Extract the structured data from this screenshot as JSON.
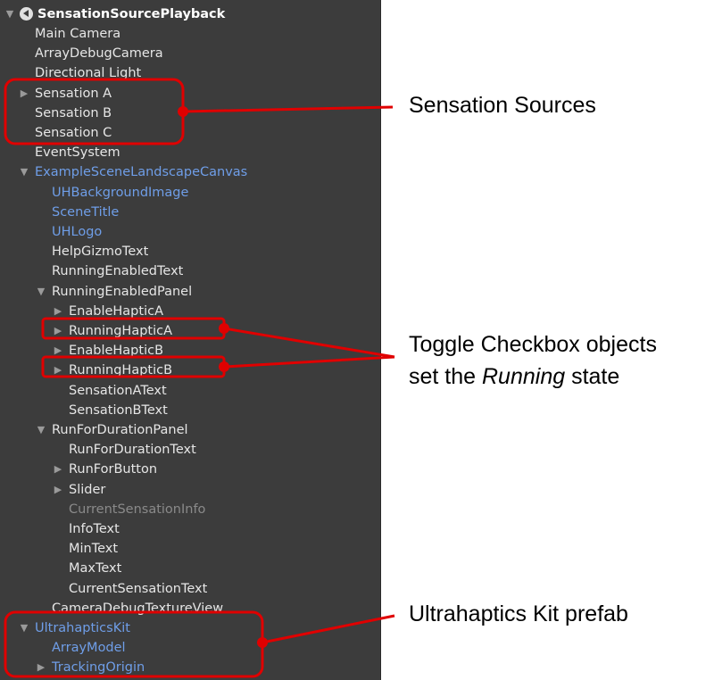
{
  "hierarchy": {
    "root": "SensationSourcePlayback",
    "items": [
      {
        "label": "Main Camera",
        "depth": 0,
        "arrow": "none",
        "color": "white"
      },
      {
        "label": "ArrayDebugCamera",
        "depth": 0,
        "arrow": "none",
        "color": "white"
      },
      {
        "label": "Directional Light",
        "depth": 0,
        "arrow": "none",
        "color": "white"
      },
      {
        "label": "Sensation A",
        "depth": 0,
        "arrow": "collapsed",
        "color": "white"
      },
      {
        "label": "Sensation B",
        "depth": 0,
        "arrow": "none",
        "color": "white"
      },
      {
        "label": "Sensation C",
        "depth": 0,
        "arrow": "none",
        "color": "white"
      },
      {
        "label": "EventSystem",
        "depth": 0,
        "arrow": "none",
        "color": "white"
      },
      {
        "label": "ExampleSceneLandscapeCanvas",
        "depth": 0,
        "arrow": "expanded",
        "color": "blue"
      },
      {
        "label": "UHBackgroundImage",
        "depth": 1,
        "arrow": "none",
        "color": "blue"
      },
      {
        "label": "SceneTitle",
        "depth": 1,
        "arrow": "none",
        "color": "blue"
      },
      {
        "label": "UHLogo",
        "depth": 1,
        "arrow": "none",
        "color": "blue"
      },
      {
        "label": "HelpGizmoText",
        "depth": 1,
        "arrow": "none",
        "color": "white"
      },
      {
        "label": "RunningEnabledText",
        "depth": 1,
        "arrow": "none",
        "color": "white"
      },
      {
        "label": "RunningEnabledPanel",
        "depth": 1,
        "arrow": "expanded",
        "color": "white"
      },
      {
        "label": "EnableHapticA",
        "depth": 2,
        "arrow": "collapsed",
        "color": "white"
      },
      {
        "label": "RunningHapticA",
        "depth": 2,
        "arrow": "collapsed",
        "color": "white"
      },
      {
        "label": "EnableHapticB",
        "depth": 2,
        "arrow": "collapsed",
        "color": "white"
      },
      {
        "label": "RunningHapticB",
        "depth": 2,
        "arrow": "collapsed",
        "color": "white"
      },
      {
        "label": "SensationAText",
        "depth": 2,
        "arrow": "none",
        "color": "white"
      },
      {
        "label": "SensationBText",
        "depth": 2,
        "arrow": "none",
        "color": "white"
      },
      {
        "label": "RunForDurationPanel",
        "depth": 1,
        "arrow": "expanded",
        "color": "white"
      },
      {
        "label": "RunForDurationText",
        "depth": 2,
        "arrow": "none",
        "color": "white"
      },
      {
        "label": "RunForButton",
        "depth": 2,
        "arrow": "collapsed",
        "color": "white"
      },
      {
        "label": "Slider",
        "depth": 2,
        "arrow": "collapsed",
        "color": "white"
      },
      {
        "label": "CurrentSensationInfo",
        "depth": 2,
        "arrow": "none",
        "color": "dim"
      },
      {
        "label": "InfoText",
        "depth": 2,
        "arrow": "none",
        "color": "white"
      },
      {
        "label": "MinText",
        "depth": 2,
        "arrow": "none",
        "color": "white"
      },
      {
        "label": "MaxText",
        "depth": 2,
        "arrow": "none",
        "color": "white"
      },
      {
        "label": "CurrentSensationText",
        "depth": 2,
        "arrow": "none",
        "color": "white"
      },
      {
        "label": "CameraDebugTextureView",
        "depth": 1,
        "arrow": "none",
        "color": "white"
      },
      {
        "label": "UltrahapticsKit",
        "depth": 0,
        "arrow": "expanded",
        "color": "blue"
      },
      {
        "label": "ArrayModel",
        "depth": 1,
        "arrow": "none",
        "color": "blue"
      },
      {
        "label": "TrackingOrigin",
        "depth": 1,
        "arrow": "collapsed",
        "color": "blue"
      }
    ]
  },
  "callouts": {
    "sensation_sources": "Sensation Sources",
    "toggle_line1_prefix": "Toggle Checkbox objects",
    "toggle_line2_prefix": "set the ",
    "toggle_line2_emph": "Running",
    "toggle_line2_suffix": " state",
    "kit_prefab": "Ultrahaptics Kit prefab"
  },
  "colors": {
    "panel_bg": "#3c3c3c",
    "text_white": "#e6e6e6",
    "text_blue": "#6f9ee8",
    "text_dim": "#8a8a8a",
    "callout_red": "#e00000"
  }
}
